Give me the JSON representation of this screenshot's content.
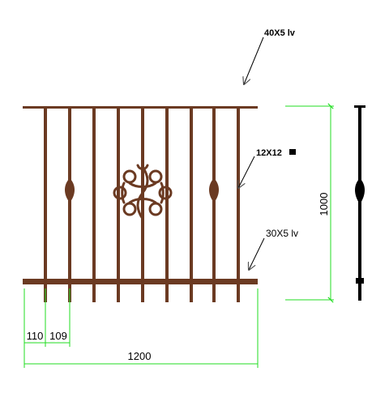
{
  "colors": {
    "iron": "#6b3a22",
    "dimension": "#22dd22",
    "leader": "#000000",
    "side_view": "#000000"
  },
  "labels": {
    "top_rail": "40X5 lv",
    "picket": "12X12",
    "bottom_rail": "30X5 lv"
  },
  "dimensions": {
    "height": "1000",
    "gap_first": "110",
    "gap_second": "109",
    "width": "1200"
  },
  "icons": {
    "square_symbol": "filled-square-icon",
    "arrows": "leader-arrow-icon"
  }
}
